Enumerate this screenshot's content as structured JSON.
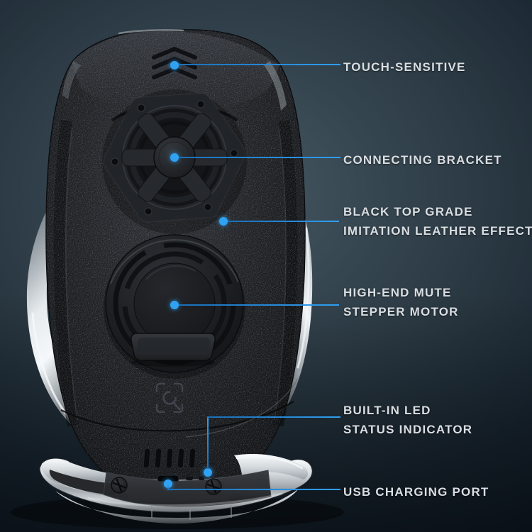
{
  "colors": {
    "accent_blue": "#2b9cf0",
    "label_text": "#dadee2",
    "background": "#35454f",
    "device_body": "#1b1d20",
    "chrome": "#d9dde0"
  },
  "callouts": [
    {
      "id": "touch-sensitive",
      "line1": "TOUCH-SENSITIVE"
    },
    {
      "id": "connecting-bracket",
      "line1": "CONNECTING BRACKET"
    },
    {
      "id": "leather-effect",
      "line1": "BLACK TOP GRADE",
      "line2": "IMITATION LEATHER EFFECT"
    },
    {
      "id": "stepper-motor",
      "line1": "HIGH-END MUTE",
      "line2": "STEPPER MOTOR"
    },
    {
      "id": "led-indicator",
      "line1": "BUILT-IN LED",
      "line2": "STATUS INDICATOR"
    },
    {
      "id": "usb-port",
      "line1": "USB CHARGING PORT"
    }
  ],
  "product": {
    "touch_chevron_count": 3,
    "bracket_screw_count": 6,
    "vent_slot_count": 5,
    "base_screw_count": 2
  }
}
